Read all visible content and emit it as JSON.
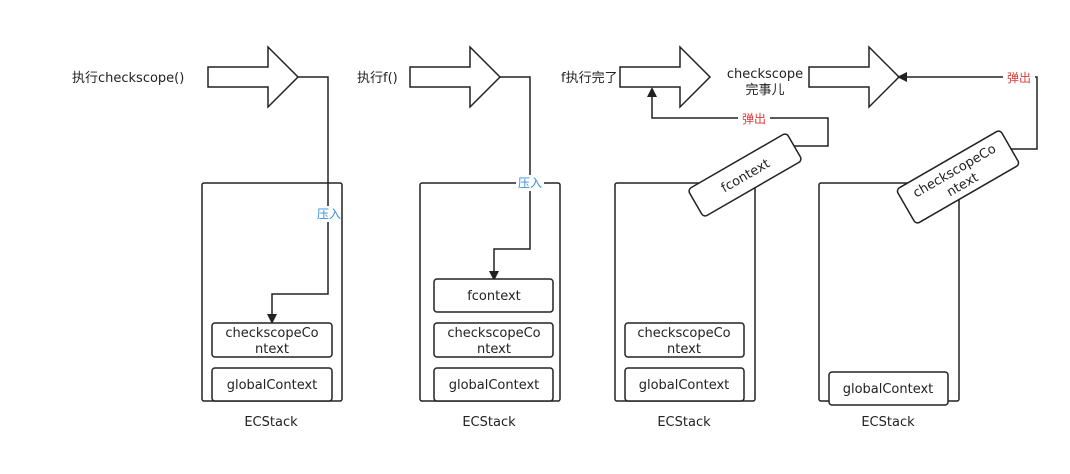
{
  "steps": {
    "s1": {
      "action": "执行checkscope()"
    },
    "s2": {
      "action": "执行f()"
    },
    "s3": {
      "action": "f执行完了"
    },
    "s4": {
      "action_line1": "checkscope",
      "action_line2": "完事儿"
    }
  },
  "edges": {
    "push": "压入",
    "pop": "弹出"
  },
  "frames": {
    "checkscope_l1": "checkscopeCo",
    "checkscope_l2": "ntext",
    "global": "globalContext",
    "fcontext": "fcontext"
  },
  "stack_label": "ECStack",
  "colors": {
    "stroke": "#222222",
    "push_label": "#3a8fd6",
    "pop_label": "#e03a3a"
  }
}
